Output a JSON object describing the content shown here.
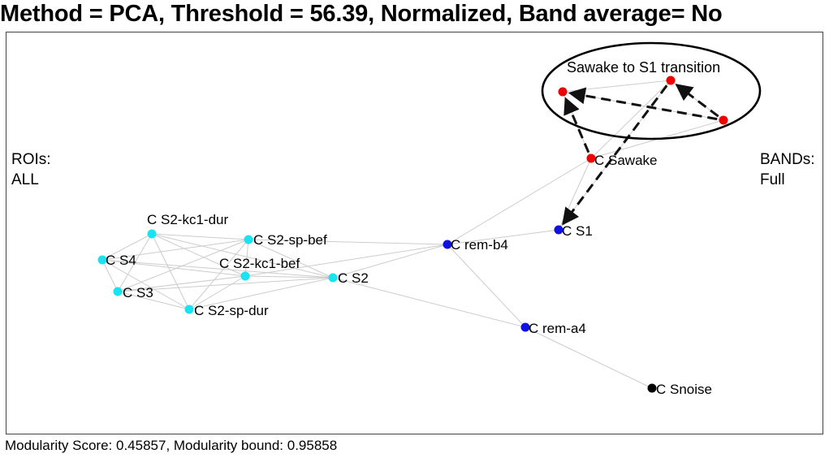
{
  "title": "Method = PCA, Threshold = 56.39, Normalized, Band average= No",
  "rois_label": "ROIs:",
  "rois_value": "ALL",
  "bands_label": "BANDs:",
  "bands_value": "Full",
  "footer": "Modularity Score: 0.45857, Modularity bound: 0.95858",
  "annotation": "Sawake to S1 transition",
  "colors": {
    "cyan": "#19e3f0",
    "blue": "#1010e0",
    "red": "#ee0000",
    "black": "#000000",
    "edge": "#cccccc",
    "dashed": "#111111"
  },
  "nodes": [
    {
      "id": "s2kc1dur",
      "label": "C S2-kc1-dur",
      "color": "cyan"
    },
    {
      "id": "s2spbef",
      "label": "C S2-sp-bef",
      "color": "cyan"
    },
    {
      "id": "s4",
      "label": "C S4",
      "color": "cyan"
    },
    {
      "id": "s2kc1bef",
      "label": "C S2-kc1-bef",
      "color": "cyan"
    },
    {
      "id": "s2",
      "label": "C S2",
      "color": "cyan"
    },
    {
      "id": "s3",
      "label": "C S3",
      "color": "cyan"
    },
    {
      "id": "s2spdur",
      "label": "C S2-sp-dur",
      "color": "cyan"
    },
    {
      "id": "remb4",
      "label": "C rem-b4",
      "color": "blue"
    },
    {
      "id": "s1",
      "label": "C S1",
      "color": "blue"
    },
    {
      "id": "rema4",
      "label": "C rem-a4",
      "color": "blue"
    },
    {
      "id": "snoise",
      "label": "C Snoise",
      "color": "black"
    },
    {
      "id": "sawake",
      "label": "C Sawake",
      "color": "red"
    },
    {
      "id": "r1",
      "label": "",
      "color": "red"
    },
    {
      "id": "r2",
      "label": "",
      "color": "red"
    },
    {
      "id": "r3",
      "label": "",
      "color": "red"
    }
  ],
  "edges": [
    [
      "s2kc1dur",
      "s2spbef"
    ],
    [
      "s2kc1dur",
      "s4"
    ],
    [
      "s2kc1dur",
      "s3"
    ],
    [
      "s2kc1dur",
      "s2spdur"
    ],
    [
      "s2kc1dur",
      "s2kc1bef"
    ],
    [
      "s2kc1dur",
      "s2"
    ],
    [
      "s2spbef",
      "s4"
    ],
    [
      "s2spbef",
      "s3"
    ],
    [
      "s2spbef",
      "s2spdur"
    ],
    [
      "s2spbef",
      "s2kc1bef"
    ],
    [
      "s2spbef",
      "s2"
    ],
    [
      "s2spbef",
      "remb4"
    ],
    [
      "s4",
      "s3"
    ],
    [
      "s4",
      "s2spdur"
    ],
    [
      "s4",
      "s2kc1bef"
    ],
    [
      "s4",
      "s2"
    ],
    [
      "s3",
      "s2spdur"
    ],
    [
      "s3",
      "s2kc1bef"
    ],
    [
      "s3",
      "s2"
    ],
    [
      "s2spdur",
      "s2kc1bef"
    ],
    [
      "s2spdur",
      "s2"
    ],
    [
      "s2kc1bef",
      "s2"
    ],
    [
      "s2kc1bef",
      "remb4"
    ],
    [
      "s2",
      "remb4"
    ],
    [
      "s2",
      "rema4"
    ],
    [
      "remb4",
      "s1"
    ],
    [
      "remb4",
      "rema4"
    ],
    [
      "remb4",
      "sawake"
    ],
    [
      "s1",
      "sawake"
    ],
    [
      "s1",
      "r2"
    ],
    [
      "sawake",
      "r2"
    ],
    [
      "sawake",
      "r3"
    ],
    [
      "sawake",
      "r1"
    ],
    [
      "r1",
      "r2"
    ],
    [
      "r1",
      "r3"
    ],
    [
      "r2",
      "r3"
    ],
    [
      "rema4",
      "snoise"
    ]
  ],
  "dashed_arrows": [
    [
      "sawake",
      "r1"
    ],
    [
      "r3",
      "r1"
    ],
    [
      "r3",
      "r2"
    ],
    [
      "r2",
      "s1"
    ]
  ]
}
